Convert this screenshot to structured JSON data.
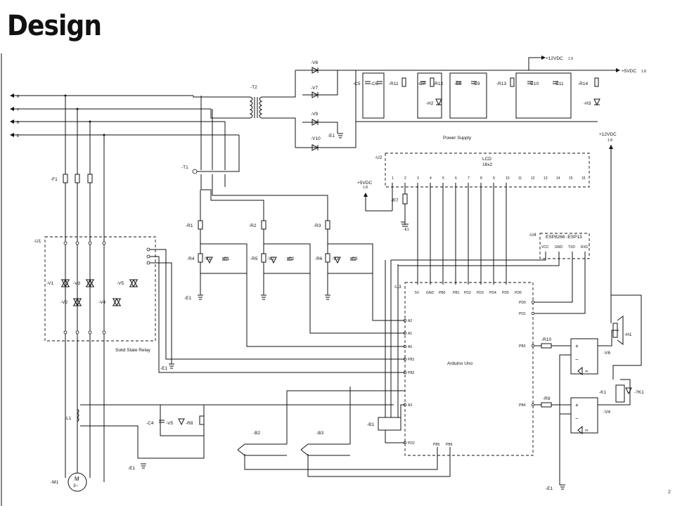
{
  "title": "Design",
  "page_number": "2",
  "inputs": [
    "R",
    "Y",
    "B",
    "E"
  ],
  "blocks": {
    "power_supply": "Power Supply",
    "lcd_name": "LCD",
    "lcd_size": "16x2",
    "esp": "ESP8266 -ESP13",
    "ssr": "Solid State Relay",
    "arduino": "Arduino Uno"
  },
  "labels": {
    "u1": "-U1",
    "u2": "-U2",
    "u3": "-U3",
    "u4": "-U4",
    "t1": "-T1",
    "t2": "-T2",
    "f1": "-F1",
    "r1": "-R1",
    "r2": "-R2",
    "r3": "-R3",
    "r4": "-R4",
    "r5": "-R5",
    "r6": "-R6",
    "r7": "-R7",
    "r8": "-R8",
    "r9": "-R9",
    "r10": "-R10",
    "r11": "-R11",
    "r12": "-R12",
    "r13": "-R13",
    "r14": "-R14",
    "c1": "-C1",
    "c2": "-C2",
    "c3": "-C3",
    "c4": "-C4",
    "c5": "-C5",
    "c6": "-C6",
    "c7": "-C7",
    "c8": "-C8",
    "c9": "-C9",
    "c10": "-C10",
    "c11": "-C11",
    "v1": "-V1",
    "v2": "-V2",
    "v3": "-V3",
    "v4": "-V4",
    "v5": "-V5",
    "v6": "-V6",
    "v7": "-V7",
    "v8": "-V8",
    "v9": "-V9",
    "v10": "-V10",
    "h1": "-H1",
    "h2": "-H2",
    "h3": "-H3",
    "k1": "-K1",
    "k1c": "-?K1",
    "l1": "-L1",
    "m1": "-M1",
    "b1": "-B1",
    "b2": "-B2",
    "b3": "-B3",
    "e1": "-E1",
    "plus5": "+5VDC",
    "plus12": "+12VDC",
    "plus5_top": "+5VDC",
    "plus12_top": "+12VDC",
    "ref18": "1.8",
    "ref19": "1.9"
  },
  "lcd_pins": [
    "1",
    "2",
    "3",
    "4",
    "5",
    "6",
    "7",
    "8",
    "9",
    "10",
    "11",
    "12",
    "13",
    "14",
    "15",
    "16"
  ],
  "esp_pins": [
    "VCC",
    "GND",
    "TXD",
    "RXD"
  ],
  "arduino_top_pins": [
    "5V",
    "GND",
    "PB0",
    "PB1",
    "PD2",
    "PD3",
    "PD4",
    "PD5",
    "PD6"
  ],
  "arduino_left_pins": [
    "A2",
    "A1",
    "A0",
    "PB1",
    "PB2",
    "A3",
    "PD2"
  ],
  "arduino_right_pins": [
    "PD0",
    "PD1",
    "PB3",
    "PB4"
  ],
  "arduino_bottom_pins": [
    "PB5",
    "PB6"
  ],
  "motor": {
    "label": "M",
    "phase": "3~"
  }
}
